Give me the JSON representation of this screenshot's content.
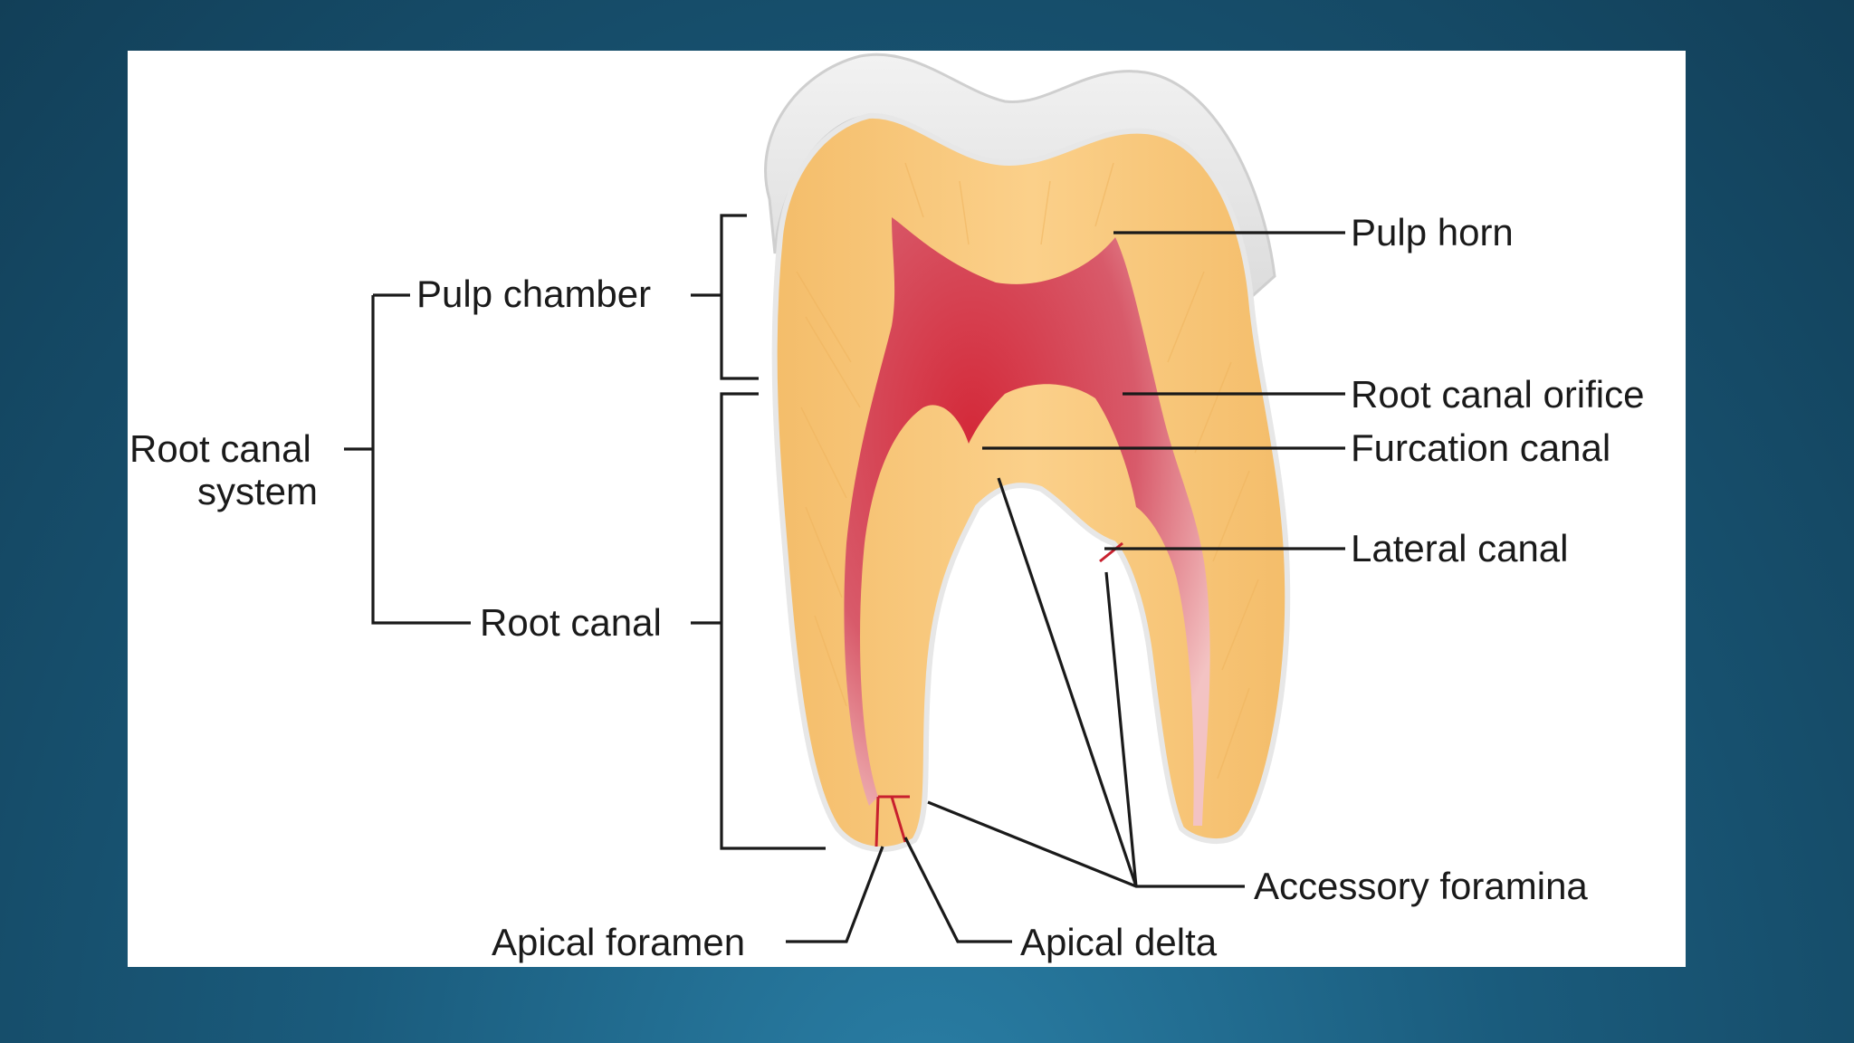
{
  "diagram": {
    "labels": {
      "pulp_horn": "Pulp horn",
      "pulp_chamber": "Pulp chamber",
      "root_canal_orifice": "Root canal orifice",
      "furcation_canal": "Furcation canal",
      "root_canal_system_line1": "Root canal",
      "root_canal_system_line2": "system",
      "lateral_canal": "Lateral canal",
      "root_canal": "Root canal",
      "accessory_foramina": "Accessory foramina",
      "apical_foramen": "Apical foramen",
      "apical_delta": "Apical delta"
    },
    "colors": {
      "background": "#1a5b7c",
      "panel": "#ffffff",
      "dentin": "#f7c77a",
      "enamel": "#ececec",
      "pulp": "#c8202e"
    }
  }
}
